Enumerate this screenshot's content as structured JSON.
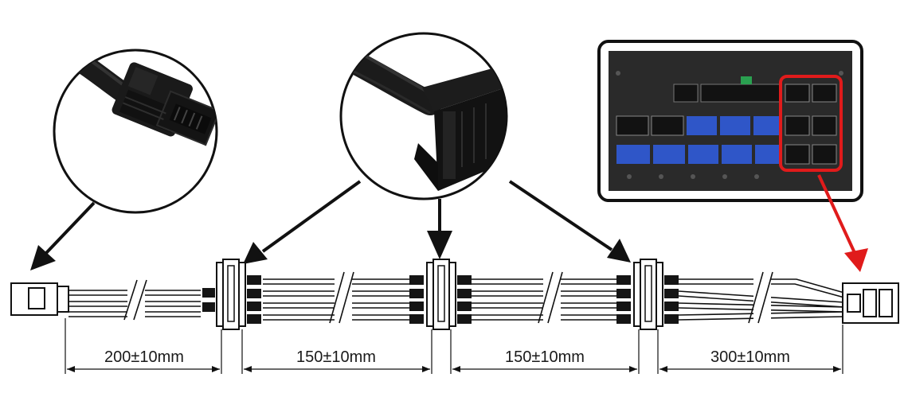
{
  "dimensions": [
    {
      "label": "200±10mm"
    },
    {
      "label": "150±10mm"
    },
    {
      "label": "150±10mm"
    },
    {
      "label": "300±10mm"
    }
  ],
  "colors": {
    "line": "#111111",
    "connector_black": "#151515",
    "psu_body": "#2a2a2a",
    "psu_socket_blue": "#2f56c8",
    "highlight_red": "#e01b1b"
  },
  "callouts": [
    {
      "name": "sata-straight-connector-closeup"
    },
    {
      "name": "sata-right-angle-connector-closeup"
    },
    {
      "name": "psu-modular-panel-photo"
    }
  ]
}
